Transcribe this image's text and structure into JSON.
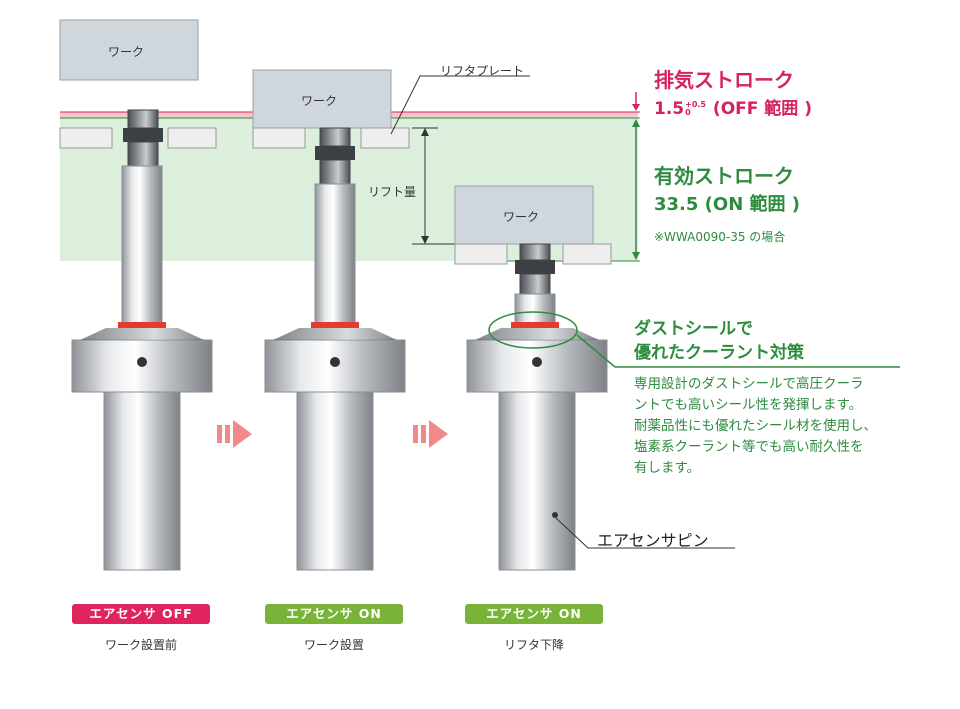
{
  "diagram": {
    "work_label": "ワーク",
    "lift_plate_label": "リフタプレート",
    "lift_amount_label": "リフト量",
    "exhaust_stroke": {
      "title": "排気ストローク",
      "value_prefix": "1.5",
      "tol_upper": "+0.5",
      "tol_lower": "0",
      "value_suffix": " (OFF 範囲 )"
    },
    "effective_stroke": {
      "title": "有効ストローク",
      "value": "33.5 (ON 範囲 )",
      "note": "※WWA0090-35 の場合"
    },
    "dust_seal": {
      "title_line1": "ダストシールで",
      "title_line2": "優れたクーラント対策",
      "desc_lines": [
        "専用設計のダストシールで高圧クーラ",
        "ントでも高いシール性を発揮します。",
        "耐薬品性にも優れたシール材を使用し、",
        "塩素系クーラント等でも高い耐久性を",
        "有します。"
      ]
    },
    "pin_label": "エアセンサピン",
    "states": [
      {
        "badge": "エアセンサ OFF",
        "caption": "ワーク設置前",
        "status": "off"
      },
      {
        "badge": "エアセンサ ON",
        "caption": "ワーク設置",
        "status": "on"
      },
      {
        "badge": "エアセンサ ON",
        "caption": "リフタ下降",
        "status": "on"
      }
    ],
    "colors": {
      "pink": "#d6215b",
      "green": "#2e8b3f",
      "badge_off": "#e0245e",
      "badge_on": "#7ab33a",
      "green_zone": "#dcefdc",
      "pink_band": "#f6c6cf",
      "work_fill": "#cfd6dc",
      "arrow": "#f08a8a"
    }
  }
}
